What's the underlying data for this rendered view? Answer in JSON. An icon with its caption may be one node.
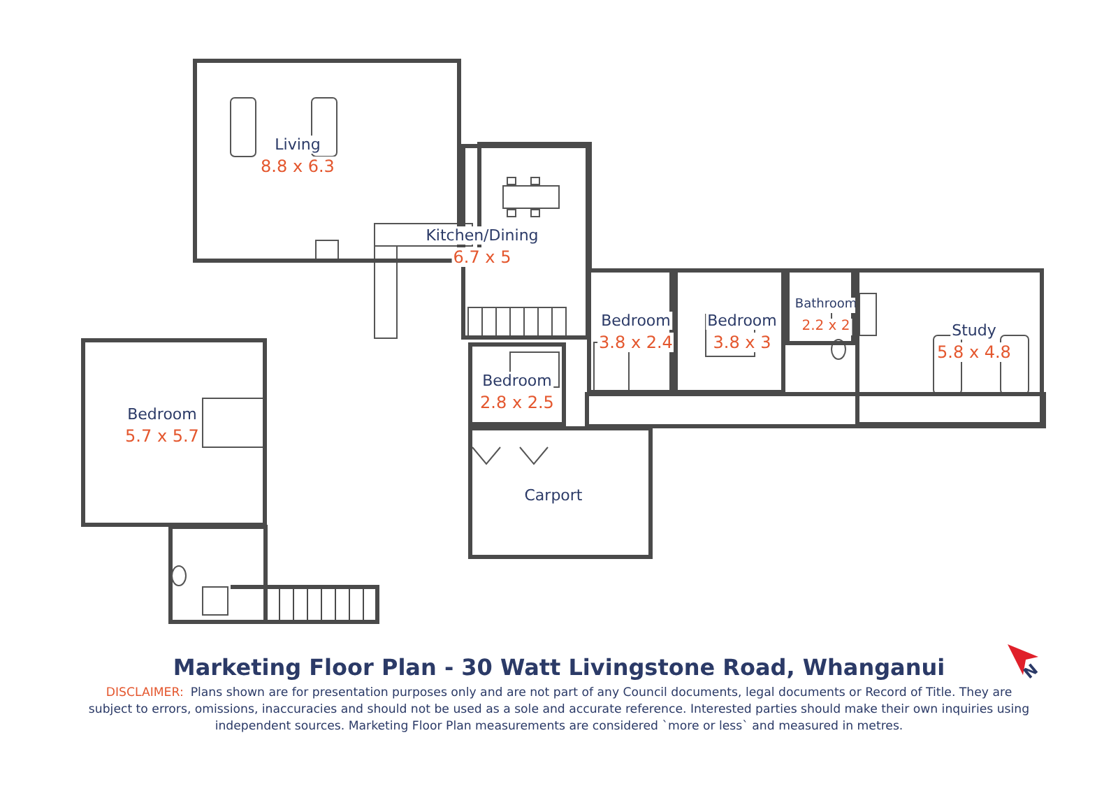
{
  "diagram": {
    "title": "Marketing Floor Plan -  30 Watt Livingstone Road, Whanganui",
    "nodes": [
      {
        "text": [
          "Living",
          "8.8 x 6.3"
        ]
      },
      {
        "text": [
          "Kitchen/Dining",
          "6.7 x 5"
        ]
      },
      {
        "text": [
          "Bedroom",
          "3.8 x 2.4"
        ]
      },
      {
        "text": [
          "Bedroom",
          "3.8 x 3"
        ]
      },
      {
        "text": [
          "Bathroom",
          "2.2 x 2"
        ]
      },
      {
        "text": [
          "Study",
          "5.8 x 4.8"
        ]
      },
      {
        "text": [
          "Bedroom",
          "2.8 x 2.5"
        ]
      },
      {
        "text": [
          "Bedroom",
          "5.7 x 5.7"
        ]
      },
      {
        "text": [
          "Carport"
        ]
      }
    ],
    "labels": [
      "DISCLAIMER:",
      "Plans shown are for presentation purposes only and are not part of any Council documents, legal documents or Record of Title. They are subject to errors, omissions, inaccuracies and should not be used as a sole and accurate reference. Interested parties should make their own inquiries using independent sources. Marketing Floor Plan measurements are considered `more or less` and measured in metres.",
      "N"
    ]
  }
}
